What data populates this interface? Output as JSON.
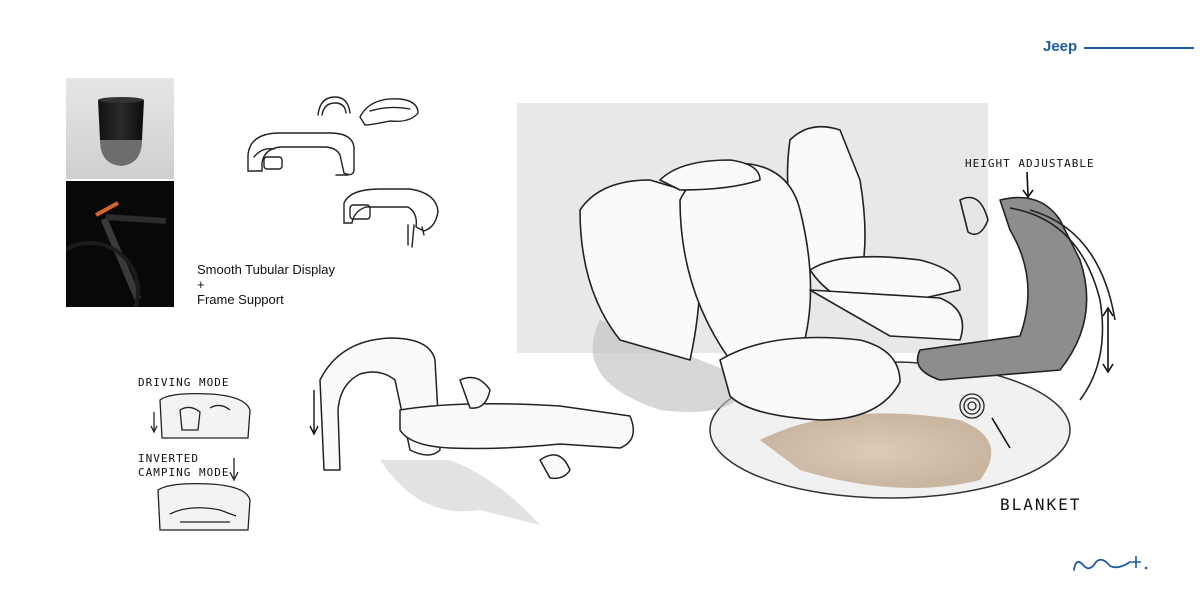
{
  "brand": {
    "name": "Jeep",
    "color": "#1f5aa6"
  },
  "reference": {
    "caption_lines": [
      "Smooth Tubular Display",
      "+",
      "Frame Support"
    ]
  },
  "annotations": {
    "driving_mode": "Driving Mode",
    "inverted_line1": "Inverted",
    "inverted_line2": "Camping Mode",
    "height_adjustable": "Height Adjustable",
    "blanket": "Blanket"
  },
  "colors": {
    "accent": "#1f5aa6",
    "highlight_block": "#e8e8e8",
    "wood_floor": "#c9b49e",
    "sketch_line": "#222222"
  },
  "icons": {
    "signature": "signature-mark"
  }
}
